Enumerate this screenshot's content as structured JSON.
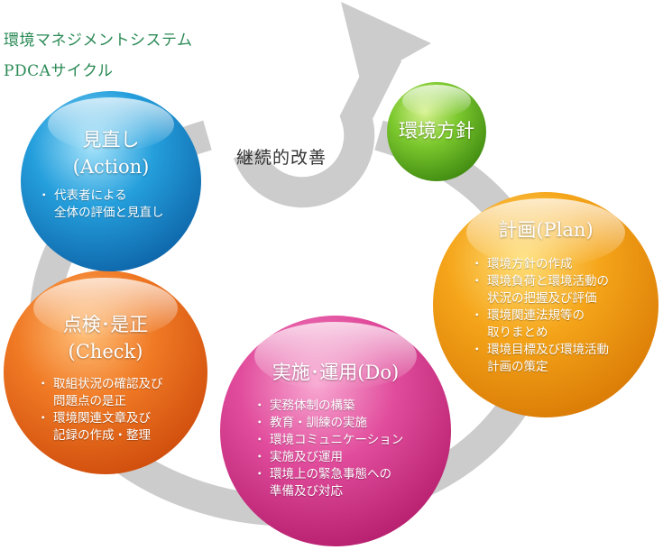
{
  "heading": {
    "line1": "環境マネジメントシステム",
    "line2": "PDCAサイクル"
  },
  "center_label": "継続的改善",
  "circles": {
    "policy": {
      "title": "環境方針",
      "color": "#5fb82a"
    },
    "plan": {
      "title": "計画(Plan)",
      "color": "#f2a516",
      "items": [
        "環境方針の作成",
        "環境負荷と環境活動の\n状況の把握及び評価",
        "環境関連法規等の\n取りまとめ",
        "環境目標及び環境活動\n計画の策定"
      ]
    },
    "do": {
      "title": "実施･運用(Do)",
      "color": "#e0469a",
      "items": [
        "実務体制の構築",
        "教育・訓練の実施",
        "環境コミュニケーション",
        "実施及び運用",
        "環境上の緊急事態への\n準備及び対応"
      ]
    },
    "check": {
      "title_line1": "点検･是正",
      "title_line2": "(Check)",
      "color": "#ee7021",
      "items": [
        "取組状況の確認及び\n問題点の是正",
        "環境関連文章及び\n記録の作成・整理"
      ]
    },
    "action": {
      "title_line1": "見直し",
      "title_line2": "(Action)",
      "color": "#1b98d6",
      "items": [
        "代表者による\n全体の評価と見直し"
      ]
    }
  },
  "arrow_color": "#cccccc"
}
